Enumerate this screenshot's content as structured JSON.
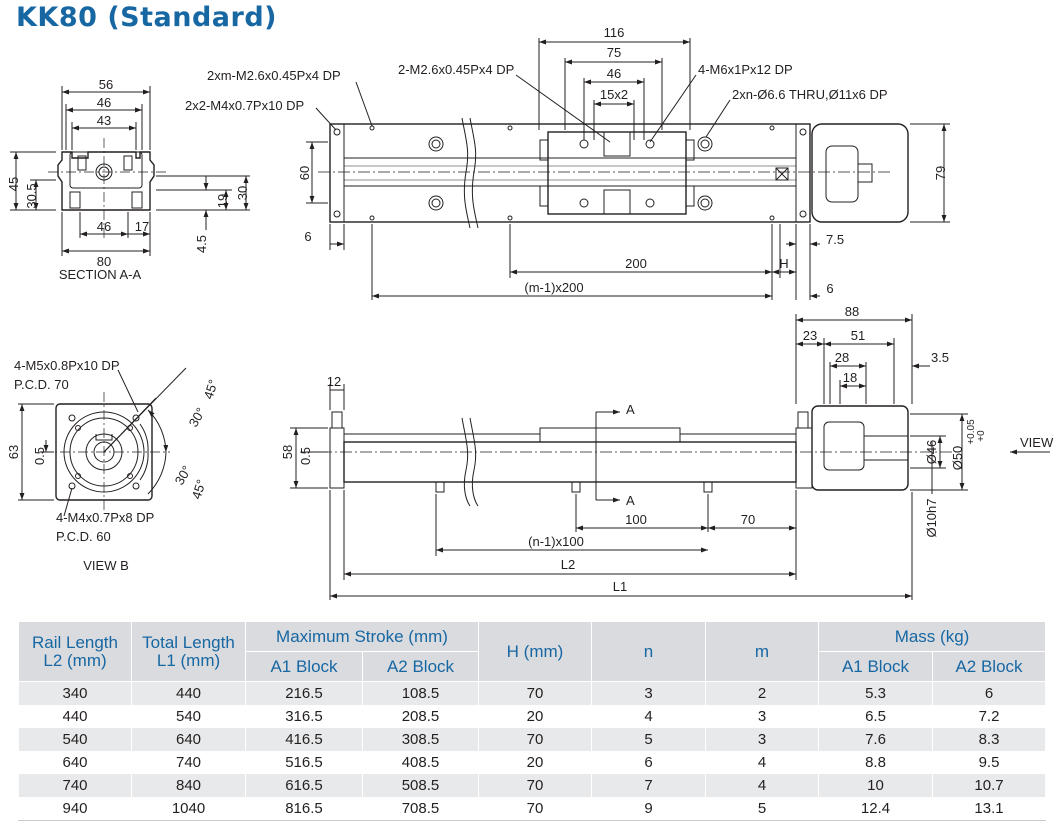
{
  "title": "KK80 (Standard)",
  "colors": {
    "heading": "#1767a3",
    "header_bg": "#d9dbde",
    "row_shade": "#e8e9ea",
    "line": "#231f20"
  },
  "section_aa": {
    "caption": "SECTION A-A",
    "dims": {
      "w56": "56",
      "w46": "46",
      "w43": "43",
      "h45": "45",
      "h30_5": "30.5",
      "b46": "46",
      "b17": "17",
      "b80": "80",
      "r19": "19",
      "r30": "30",
      "r4_5": "4.5"
    }
  },
  "top_view": {
    "notes": {
      "n1": "2xm-M2.6x0.45Px4 DP",
      "n2": "2x2-M4x0.7Px10 DP",
      "n3": "2-M2.6x0.45Px4 DP",
      "n4": "4-M6x1Px12 DP",
      "n5": "2xn-Ø6.6 THRU,Ø11x6 DP"
    },
    "dims": {
      "d116": "116",
      "d75": "75",
      "d46": "46",
      "d15x2": "15x2",
      "d60": "60",
      "d79": "79",
      "d6a": "6",
      "d7_5": "7.5",
      "d200": "200",
      "dH": "H",
      "dm": "(m-1)x200",
      "d6b": "6"
    }
  },
  "view_b": {
    "caption": "VIEW B",
    "notes": {
      "n1": "4-M5x0.8Px10 DP",
      "n1b": "P.C.D. 70",
      "n2": "4-M4x0.7Px8 DP",
      "n2b": "P.C.D. 60"
    },
    "dims": {
      "h63": "63",
      "h0_5": "0.5",
      "a45a": "45°",
      "a30a": "30°",
      "a30b": "30°",
      "a45b": "45°"
    }
  },
  "side_view": {
    "labels": {
      "secA1": "A",
      "secA2": "A",
      "view": "VIEW"
    },
    "dims": {
      "d12": "12",
      "d58": "58",
      "d0_5": "0.5",
      "d88": "88",
      "d23": "23",
      "d51": "51",
      "d28": "28",
      "d18": "18",
      "d3_5": "3.5",
      "d100": "100",
      "d70": "70",
      "dn": "(n-1)x100",
      "dL2": "L2",
      "dL1": "L1",
      "d46": "Ø46",
      "d50": "Ø50",
      "d50tol_hi": "+0.05",
      "d50tol_lo": "+0",
      "d10h7": "Ø10h7"
    }
  },
  "table": {
    "headers": {
      "rail": [
        "Rail Length",
        "L2 (mm)"
      ],
      "total": [
        "Total Length",
        "L1 (mm)"
      ],
      "stroke": "Maximum  Stroke (mm)",
      "a1": "A1 Block",
      "a2": "A2 Block",
      "h": "H (mm)",
      "n": "n",
      "m": "m",
      "mass": "Mass (kg)",
      "ma1": "A1 Block",
      "ma2": "A2 Block"
    },
    "rows": [
      [
        "340",
        "440",
        "216.5",
        "108.5",
        "70",
        "3",
        "2",
        "5.3",
        "6"
      ],
      [
        "440",
        "540",
        "316.5",
        "208.5",
        "20",
        "4",
        "3",
        "6.5",
        "7.2"
      ],
      [
        "540",
        "640",
        "416.5",
        "308.5",
        "70",
        "5",
        "3",
        "7.6",
        "8.3"
      ],
      [
        "640",
        "740",
        "516.5",
        "408.5",
        "20",
        "6",
        "4",
        "8.8",
        "9.5"
      ],
      [
        "740",
        "840",
        "616.5",
        "508.5",
        "70",
        "7",
        "4",
        "10",
        "10.7"
      ],
      [
        "940",
        "1040",
        "816.5",
        "708.5",
        "70",
        "9",
        "5",
        "12.4",
        "13.1"
      ]
    ]
  }
}
